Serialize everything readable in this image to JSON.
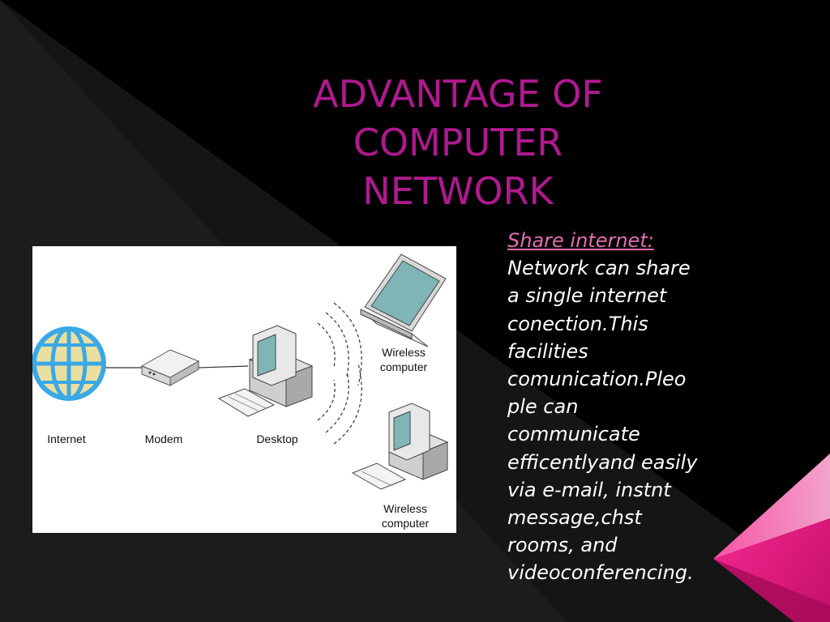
{
  "slide": {
    "title_lines": [
      "ADVANTAGE OF",
      "COMPUTER",
      "NETWORK"
    ],
    "heading": "Share internet:",
    "body": "Network can share\na single internet\nconection.This\nfacilities\ncomunication.Pleo\nple can\ncommunicate\nefficentlyand easily\nvia e-mail, instnt\nmessage,chst\nrooms, and\nvideoconferencing."
  },
  "diagram": {
    "labels": {
      "internet": "Internet",
      "modem": "Modem",
      "desktop": "Desktop",
      "wireless_laptop_line1": "Wireless",
      "wireless_laptop_line2": "computer",
      "wireless_desktop_line1": "Wireless",
      "wireless_desktop_line2": "computer"
    },
    "icons": [
      "globe-icon",
      "modem-icon",
      "desktop-computer-icon",
      "laptop-icon",
      "wireless-signal-icon"
    ]
  },
  "colors": {
    "background": "#000000",
    "title": "#b0198f",
    "heading": "#e06fb0",
    "accent_pink": "#e8157f",
    "body_text": "#ffffff"
  }
}
